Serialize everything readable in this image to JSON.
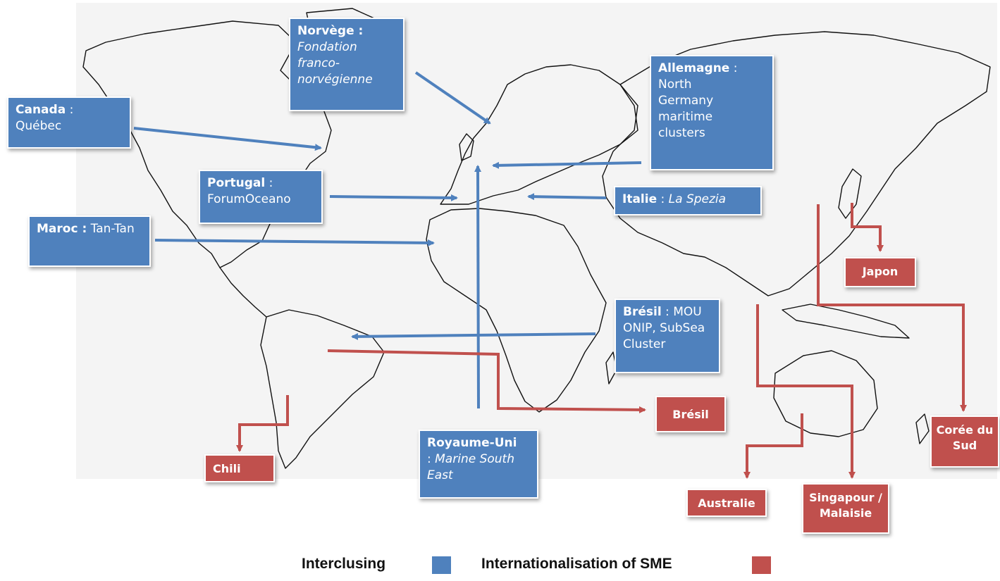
{
  "colors": {
    "interclusing": "#4f81bd",
    "internationalisation": "#c0504d"
  },
  "boxes": {
    "norvege": {
      "bold": "Norvège :",
      "italic": "Fondation franco-norvégienne"
    },
    "canada": {
      "bold": "Canada",
      "sep": " :",
      "rest": "Québec"
    },
    "allemagne": {
      "bold": "Allemagne",
      "sep": " :",
      "rest": "North Germany maritime clusters"
    },
    "portugal": {
      "bold": "Portugal",
      "sep": " :",
      "rest": "ForumOceano"
    },
    "italie": {
      "bold": "Italie",
      "sep": " : ",
      "italic": "La Spezia"
    },
    "maroc": {
      "bold": "Maroc :",
      "rest": " Tan-Tan"
    },
    "bresil_mou": {
      "bold": "Brésil",
      "sep": " : ",
      "rest": "MOU ONIP, SubSea Cluster"
    },
    "royaume": {
      "bold": "Royaume-Uni",
      "sep": ": ",
      "italic": "Marine South East"
    }
  },
  "sme": {
    "japon": "Japon",
    "bresil": "Brésil",
    "chili": "Chili",
    "coree": "Corée du Sud",
    "australie": "Australie",
    "singapour": "Singapour / Malaisie"
  },
  "legend": {
    "interclusing": "Interclusing",
    "internationalisation": "Internationalisation of SME"
  }
}
